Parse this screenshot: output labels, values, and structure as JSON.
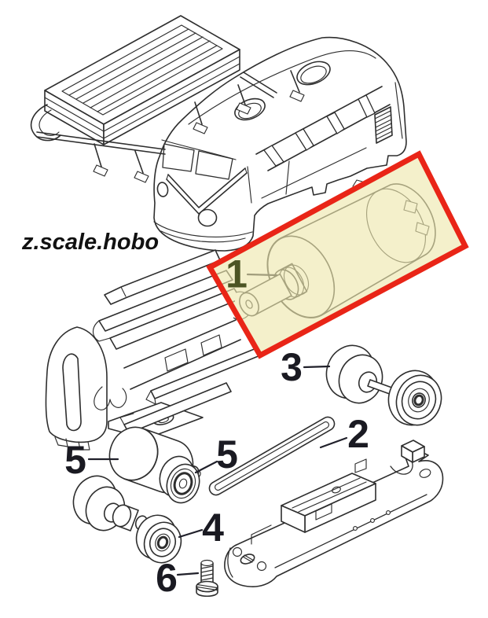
{
  "watermark": "z.scale.hobo",
  "part_labels": [
    {
      "id": "label-1",
      "text": "1"
    },
    {
      "id": "label-2",
      "text": "2"
    },
    {
      "id": "label-3",
      "text": "3"
    },
    {
      "id": "label-4",
      "text": "4"
    },
    {
      "id": "label-5-left",
      "text": "5"
    },
    {
      "id": "label-5-right",
      "text": "5"
    },
    {
      "id": "label-6",
      "text": "6"
    }
  ],
  "highlight": {
    "fill": "#eee8ac",
    "border": "#e92517",
    "fill_opacity": "0.63"
  },
  "colors": {
    "line": "#2e2e2e",
    "label": "#1a1a22",
    "label_tinted": "#4c5424",
    "leader": "#20202a",
    "watermark": "#111111",
    "background": "#ffffff"
  }
}
